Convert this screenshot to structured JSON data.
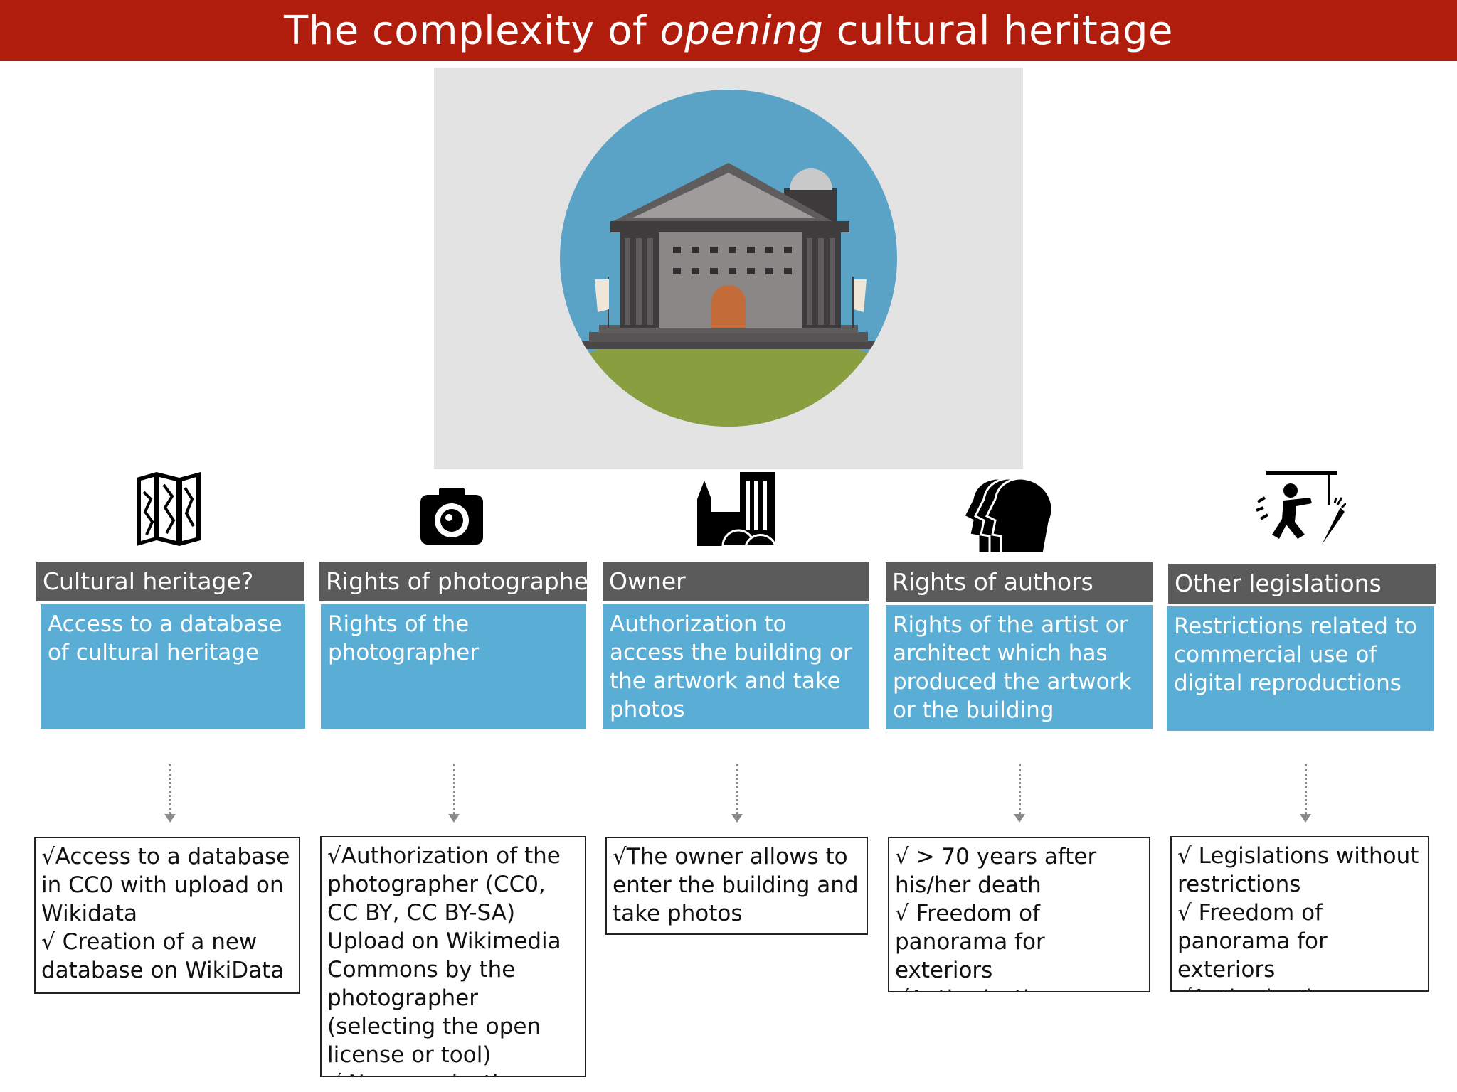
{
  "title": {
    "before": "The complexity of ",
    "emphasis": "opening",
    "after": " cultural heritage"
  },
  "colors": {
    "title_bar": "#b01d0c",
    "header": "#5c5b5c",
    "body": "#5aaed6",
    "arrow": "#8a8a8a"
  },
  "columns": [
    {
      "icon": "map-icon",
      "header": "Cultural heritage?",
      "body": "Access to a database of cultural heritage",
      "results": [
        "√Access to a database in CC0 with upload on Wikidata",
        "√ Creation of a new database on WikiData"
      ]
    },
    {
      "icon": "camera-icon",
      "header": "Rights of photographers",
      "body": "Rights of the photographer",
      "results": [
        "√Authorization of the photographer (CC0, CC BY, CC BY-SA)",
        "Upload on Wikimedia Commons by the photographer (selecting the open license or tool)",
        "√ No reproduction rights"
      ]
    },
    {
      "icon": "buildings-icon",
      "header": "Owner",
      "body": "Authorization to access the building or the artwork and take photos",
      "results": [
        "√The owner allows to enter the building and take photos"
      ]
    },
    {
      "icon": "heads-icon",
      "header": "Rights of authors",
      "body": "Rights of the artist or architect which has produced the artwork or the building",
      "results": [
        "√ > 70 years after his/her death",
        "√ Freedom of panorama for exteriors",
        "√Authorization"
      ]
    },
    {
      "icon": "legislation-icon",
      "header": "Other legislations",
      "body": "Restrictions related to commercial use of digital reproductions",
      "results": [
        "√ Legislations without restrictions",
        "√ Freedom of panorama for exteriors",
        "√Authorizations"
      ]
    }
  ]
}
